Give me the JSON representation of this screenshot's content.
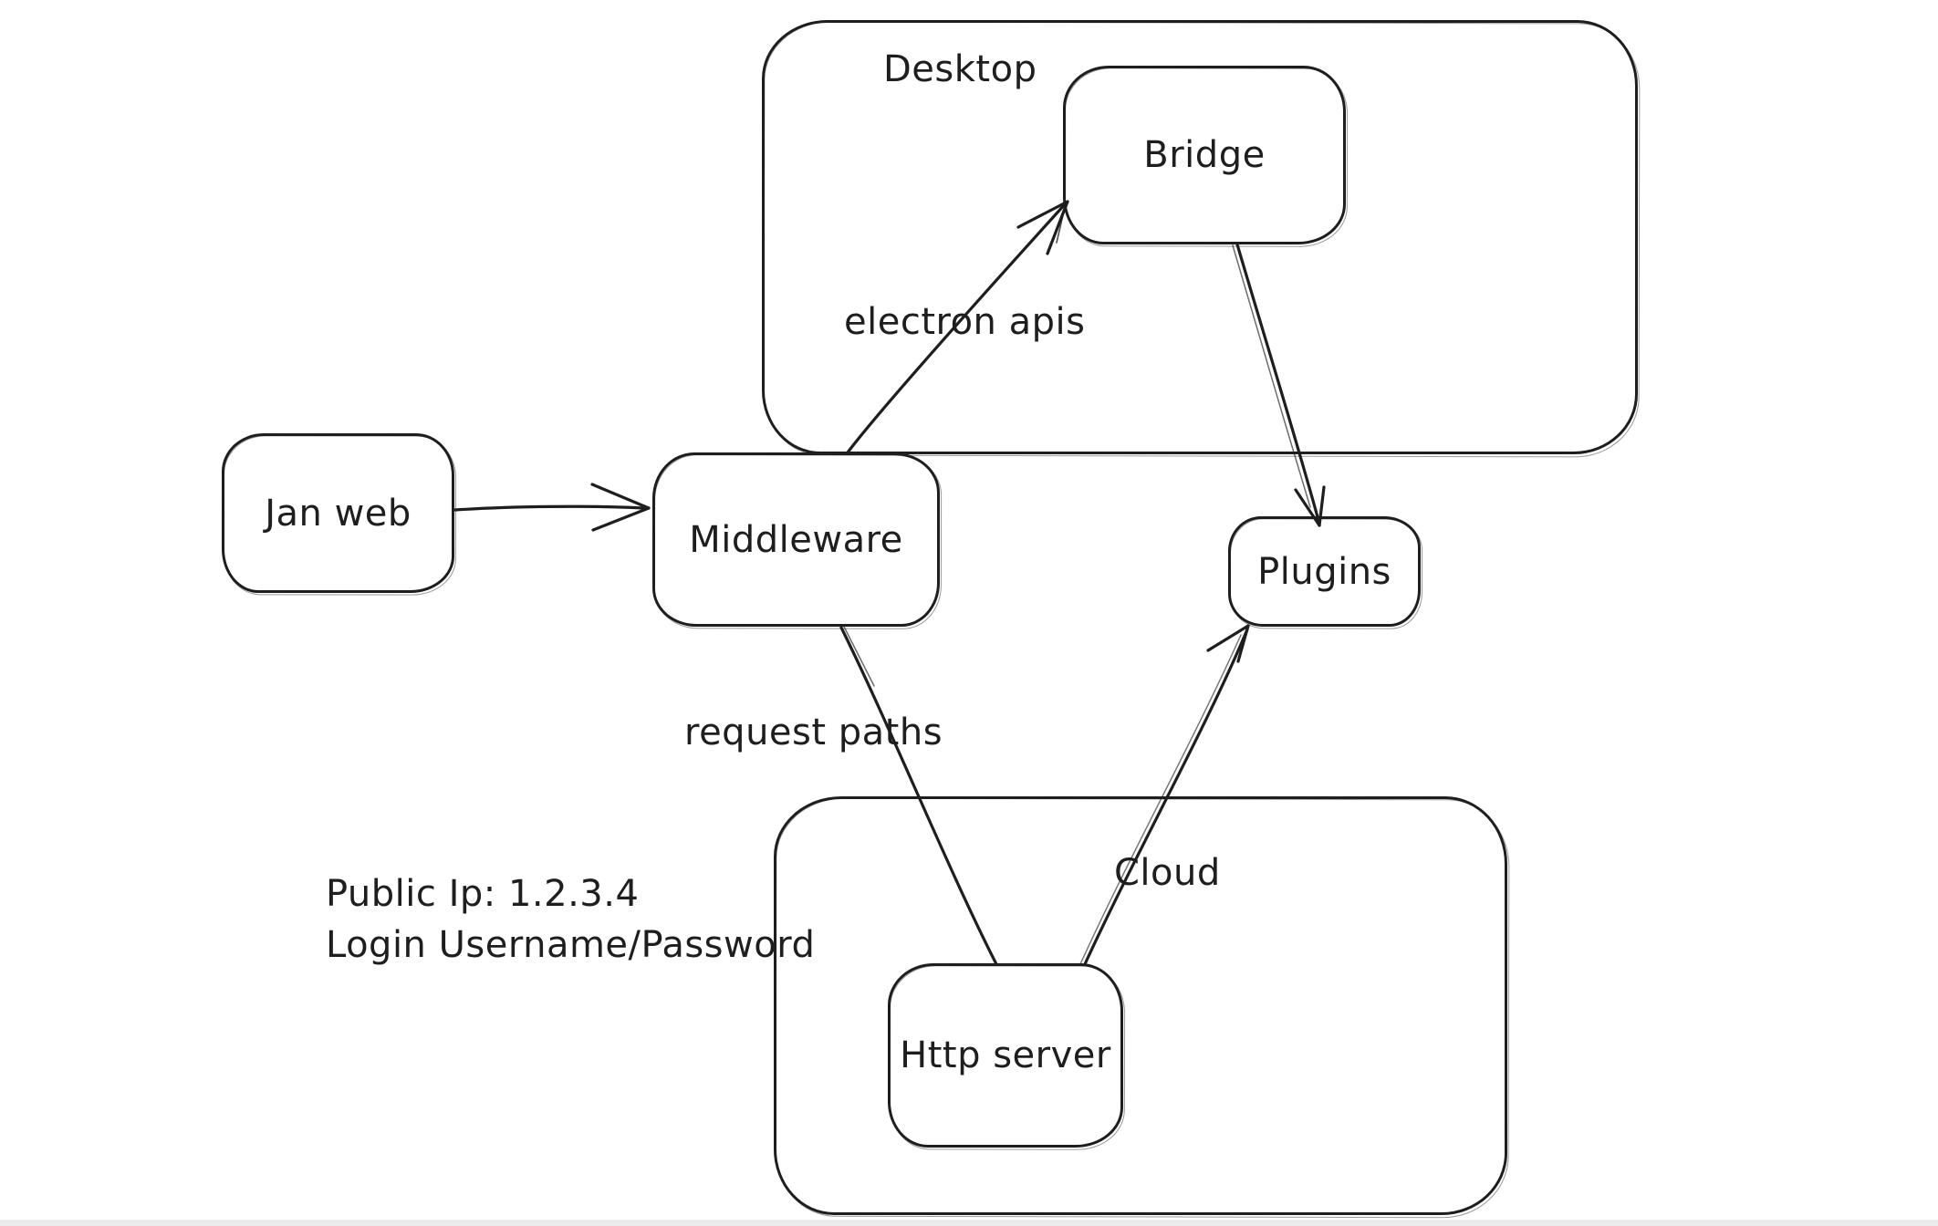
{
  "canvas": {
    "background_color": "#ffffff",
    "stroke_color": "#1e1e1e"
  },
  "nodes": {
    "desktop": {
      "label": "Desktop",
      "type": "container"
    },
    "bridge": {
      "label": "Bridge",
      "type": "box"
    },
    "jan_web": {
      "label": "Jan web",
      "type": "box"
    },
    "middleware": {
      "label": "Middleware",
      "type": "box"
    },
    "plugins": {
      "label": "Plugins",
      "type": "box"
    },
    "cloud": {
      "label": "Cloud",
      "type": "container"
    },
    "http_server": {
      "label": "Http server",
      "type": "box"
    }
  },
  "edges": [
    {
      "id": "janweb-to-middleware",
      "from": "jan_web",
      "to": "middleware",
      "label": "",
      "arrowhead": true
    },
    {
      "id": "middleware-to-bridge",
      "from": "middleware",
      "to": "bridge",
      "label": "electron apis",
      "arrowhead": true
    },
    {
      "id": "bridge-to-plugins",
      "from": "bridge",
      "to": "plugins",
      "label": "",
      "arrowhead": true
    },
    {
      "id": "middleware-to-httpserver",
      "from": "middleware",
      "to": "http_server",
      "label": "request paths",
      "arrowhead": false
    },
    {
      "id": "httpserver-to-plugins",
      "from": "http_server",
      "to": "plugins",
      "label": "",
      "arrowhead": true
    }
  ],
  "annotations": {
    "public_ip": "Public Ip: 1.2.3.4",
    "login": "Login Username/Password"
  }
}
